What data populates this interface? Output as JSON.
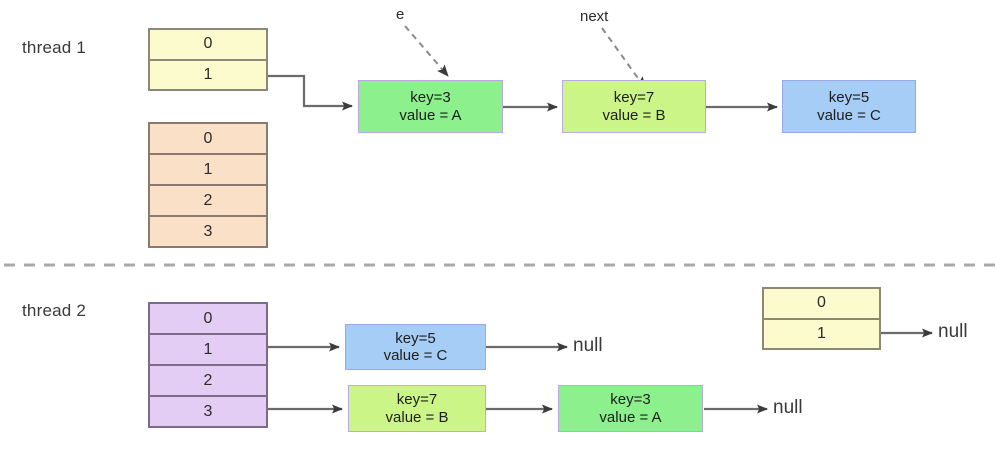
{
  "diagram": {
    "title_threads": [
      "thread 1",
      "thread 2"
    ],
    "divider": "dashed-separator"
  },
  "thread1": {
    "label": "thread 1",
    "tables": [
      {
        "name": "yellow-bucket-table",
        "color": "#fbfbcd",
        "cells": [
          "0",
          "1"
        ]
      },
      {
        "name": "orange-bucket-table",
        "color": "#fbe0c8",
        "cells": [
          "0",
          "1",
          "2",
          "3"
        ]
      }
    ],
    "pointers": [
      {
        "name": "e",
        "label": "e"
      },
      {
        "name": "next",
        "label": "next"
      }
    ],
    "nodes": [
      {
        "key": "key=3",
        "value": "value = A",
        "color": "#8cf08c"
      },
      {
        "key": "key=7",
        "value": "value = B",
        "color": "#ccf587"
      },
      {
        "key": "key=5",
        "value": "value = C",
        "color": "#a6cdf5"
      }
    ]
  },
  "thread2": {
    "label": "thread 2",
    "tables": [
      {
        "name": "purple-bucket-table",
        "color": "#e3cdf5",
        "cells": [
          "0",
          "1",
          "2",
          "3"
        ]
      },
      {
        "name": "yellow-bucket-table-2",
        "color": "#fbfbcd",
        "cells": [
          "0",
          "1"
        ]
      }
    ],
    "chain_row1": {
      "nodes": [
        {
          "key": "key=5",
          "value": "value = C",
          "color": "#a6cdf5"
        }
      ],
      "terminator": "null"
    },
    "chain_row2": {
      "nodes": [
        {
          "key": "key=7",
          "value": "value = B",
          "color": "#ccf587"
        },
        {
          "key": "key=3",
          "value": "value = A",
          "color": "#8cf08c"
        }
      ],
      "terminator": "null"
    },
    "table2_terminator": "null"
  },
  "colors": {
    "yellow": "#fbfbcd",
    "orange": "#fbe0c8",
    "purple": "#e3cdf5",
    "green": "#8cf08c",
    "lime": "#ccf587",
    "blue": "#a6cdf5",
    "wire": "#6b6b6b",
    "dashed": "#a8a8a8",
    "text": "#2b2b2b"
  }
}
